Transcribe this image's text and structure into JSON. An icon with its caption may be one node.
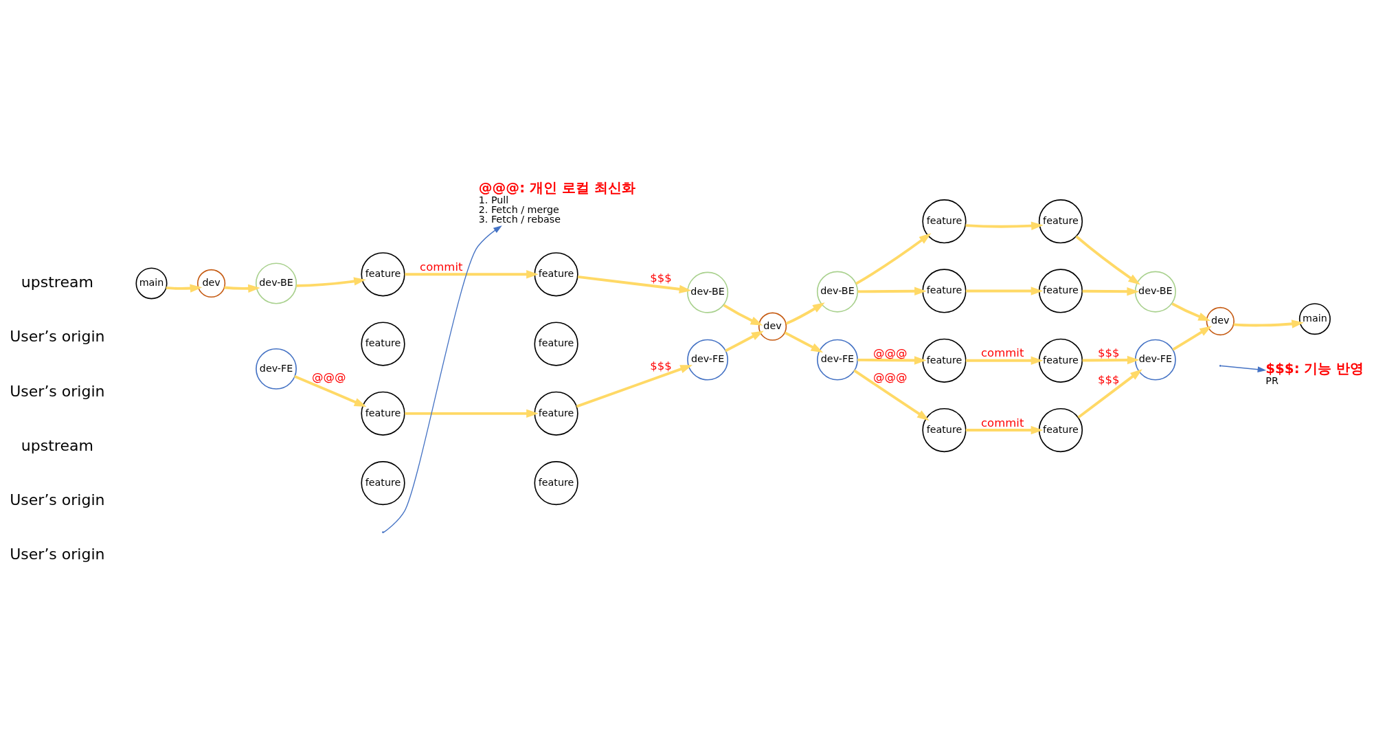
{
  "diagram": {
    "nodes": [
      {
        "text": [
          "main"
        ]
      },
      {
        "text": [
          "dev"
        ]
      },
      {
        "text": [
          "dev-BE"
        ]
      },
      {
        "text": [
          "feature"
        ]
      },
      {
        "text": [
          "feature"
        ]
      },
      {
        "text": [
          "feature"
        ]
      },
      {
        "text": [
          "feature"
        ]
      },
      {
        "text": [
          "dev-FE"
        ]
      },
      {
        "text": [
          "feature"
        ]
      },
      {
        "text": [
          "feature"
        ]
      },
      {
        "text": [
          "feature"
        ]
      },
      {
        "text": [
          "feature"
        ]
      },
      {
        "text": [
          "dev-BE"
        ]
      },
      {
        "text": [
          "dev-FE"
        ]
      },
      {
        "text": [
          "dev"
        ]
      },
      {
        "text": [
          "dev-BE"
        ]
      },
      {
        "text": [
          "feature"
        ]
      },
      {
        "text": [
          "feature"
        ]
      },
      {
        "text": [
          "feature"
        ]
      },
      {
        "text": [
          "feature"
        ]
      },
      {
        "text": [
          "dev-FE"
        ]
      },
      {
        "text": [
          "feature"
        ]
      },
      {
        "text": [
          "feature"
        ]
      },
      {
        "text": [
          "feature"
        ]
      },
      {
        "text": [
          "feature"
        ]
      },
      {
        "text": [
          "dev-BE"
        ]
      },
      {
        "text": [
          "dev-FE"
        ]
      },
      {
        "text": [
          "dev"
        ]
      },
      {
        "text": [
          "main"
        ]
      },
      {
        "text": [
          "@@@: 개인 로컬 최신화",
          "1. Pull",
          "2. Fetch / merge",
          "3. Fetch / rebase"
        ]
      },
      {
        "text": [
          "$$$: 기능 반영",
          "PR"
        ]
      }
    ],
    "edges": [
      {
        "from": 0,
        "to": 1,
        "arrow": "to"
      },
      {
        "from": 1,
        "to": 2,
        "arrow": "to"
      },
      {
        "from": 2,
        "to": 3,
        "arrow": "to"
      },
      {
        "from": 3,
        "to": 4,
        "arrow": "to",
        "label": "commit"
      },
      {
        "from": 4,
        "to": 12,
        "arrow": "to",
        "label": "$$$"
      },
      {
        "from": 12,
        "to": 14,
        "arrow": "to"
      },
      {
        "from": 7,
        "to": 8,
        "arrow": "to",
        "label": "@@@"
      },
      {
        "from": 8,
        "to": 9,
        "arrow": "to"
      },
      {
        "from": 9,
        "to": 13,
        "arrow": "to",
        "label": "$$$"
      },
      {
        "from": 13,
        "to": 14,
        "arrow": "to"
      },
      {
        "from": 14,
        "to": 15,
        "arrow": "to"
      },
      {
        "from": 14,
        "to": 20,
        "arrow": "to"
      },
      {
        "from": 15,
        "to": 16,
        "arrow": "to"
      },
      {
        "from": 16,
        "to": 17,
        "arrow": "to"
      },
      {
        "from": 15,
        "to": 18,
        "arrow": "to"
      },
      {
        "from": 18,
        "to": 19,
        "arrow": "to"
      },
      {
        "from": 17,
        "to": 25,
        "arrow": "to"
      },
      {
        "from": 19,
        "to": 25,
        "arrow": "to"
      },
      {
        "from": 20,
        "to": 21,
        "arrow": "to",
        "label": "@@@"
      },
      {
        "from": 21,
        "to": 22,
        "arrow": "to",
        "label": "commit"
      },
      {
        "from": 22,
        "to": 26,
        "arrow": "to",
        "label": "$$$"
      },
      {
        "from": 20,
        "to": 23,
        "arrow": "to",
        "label": "@@@"
      },
      {
        "from": 23,
        "to": 24,
        "arrow": "to",
        "label": "commit"
      },
      {
        "from": 24,
        "to": 26,
        "arrow": "to",
        "label": "$$$"
      },
      {
        "from": 25,
        "to": 27,
        "arrow": "to"
      },
      {
        "from": 26,
        "to": 27,
        "arrow": "to"
      },
      {
        "from": 27,
        "to": 28,
        "arrow": "to"
      },
      {
        "from": null,
        "to": 29,
        "arrow": "to",
        "color": "#4472c4"
      },
      {
        "from": null,
        "to": 30,
        "arrow": "to",
        "color": "#4472c4"
      }
    ],
    "labels": [
      "upstream",
      "User’s origin",
      "User’s origin",
      "upstream",
      "User’s origin",
      "User’s origin"
    ]
  }
}
